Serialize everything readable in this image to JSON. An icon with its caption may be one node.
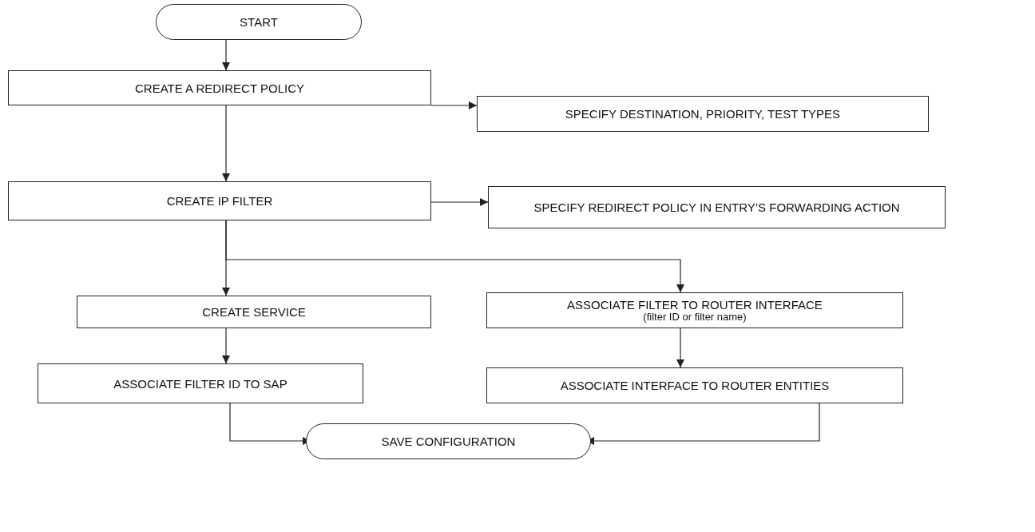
{
  "diagram": {
    "nodes": [
      {
        "text": [
          "START"
        ]
      },
      {
        "text": [
          "CREATE A REDIRECT POLICY"
        ]
      },
      {
        "text": [
          "SPECIFY DESTINATION, PRIORITY, TEST TYPES"
        ]
      },
      {
        "text": [
          "CREATE IP FILTER"
        ]
      },
      {
        "text": [
          "SPECIFY REDIRECT POLICY IN ENTRY’S FORWARDING ACTION"
        ]
      },
      {
        "text": [
          "CREATE SERVICE"
        ]
      },
      {
        "text": [
          "ASSOCIATE FILTER TO ROUTER INTERFACE",
          "(filter ID or filter name)"
        ]
      },
      {
        "text": [
          "ASSOCIATE FILTER ID TO SAP"
        ]
      },
      {
        "text": [
          "ASSOCIATE INTERFACE TO ROUTER ENTITIES"
        ]
      },
      {
        "text": [
          "SAVE CONFIGURATION"
        ]
      }
    ],
    "edges": [
      {
        "from": 0,
        "to": 1,
        "arrow": "to"
      },
      {
        "from": 1,
        "to": 2,
        "arrow": "to"
      },
      {
        "from": 1,
        "to": 3,
        "arrow": "to"
      },
      {
        "from": 3,
        "to": 4,
        "arrow": "to"
      },
      {
        "from": 3,
        "to": 5,
        "arrow": "to"
      },
      {
        "from": 3,
        "to": 6,
        "arrow": "to"
      },
      {
        "from": 5,
        "to": 7,
        "arrow": "to"
      },
      {
        "from": 6,
        "to": 8,
        "arrow": "to"
      },
      {
        "from": 7,
        "to": 9,
        "arrow": "to"
      },
      {
        "from": 8,
        "to": 9,
        "arrow": "to"
      }
    ]
  }
}
